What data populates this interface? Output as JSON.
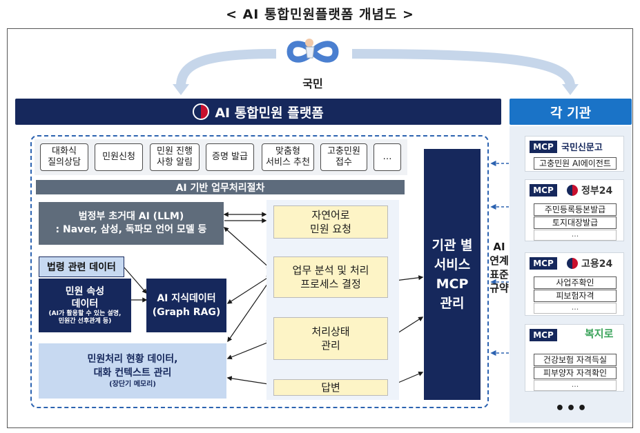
{
  "title": "< AI 통합민원플랫폼 개념도 >",
  "citizen": {
    "label": "국민",
    "icon": "infinity-person-icon"
  },
  "platform": {
    "title": "AI 통합민원 플랫폼",
    "emblem": "korea-government-emblem"
  },
  "agencies": {
    "title": "각 기관"
  },
  "chips": [
    "대화식\n질의상담",
    "민원신청",
    "민원 진행\n사항 알림",
    "증명 발급",
    "맞춤형\n서비스 추천",
    "고충민원\n접수",
    "…"
  ],
  "process_bar": "AI 기반 업무처리절차",
  "llm": {
    "line1": "범정부 초거대 AI (LLM)",
    "line2": ": Naver, 삼성, 독파모 언어 모델 등"
  },
  "law_data": "법령 관련 데이터",
  "attr_data": {
    "line1": "민원 속성",
    "line2": "데이터",
    "note": "(AI가 활용할 수 있는 설명,\n민원간 선후관계 등)"
  },
  "knowledge": {
    "line1": "AI 지식데이터",
    "line2": "(Graph RAG)"
  },
  "memory": {
    "line1": "민원처리 현황 데이터,",
    "line2": "대화 컨텍스트 관리",
    "note": "(장단기 메모리)"
  },
  "steps": [
    "자연어로\n민원 요청",
    "업무 분석 및 처리\n프로세스 결정",
    "처리상태\n관리",
    "답변"
  ],
  "mcp_center": "기관 별\n서비스\nMCP\n관리",
  "standard": "AI\n연계\n표준\n규약",
  "agency_cards": [
    {
      "mcp": "MCP",
      "logo": "국민신문고",
      "services": [
        "고충민원 AI에이전트"
      ],
      "more": ""
    },
    {
      "mcp": "MCP",
      "logo": "정부24",
      "services": [
        "주민등록등본발급",
        "토지대장발급"
      ],
      "more": "..."
    },
    {
      "mcp": "MCP",
      "logo": "고용24",
      "services": [
        "사업주확인",
        "피보험자격"
      ],
      "more": "..."
    },
    {
      "mcp": "MCP",
      "logo": "복지로",
      "services": [
        "건강보험 자격득실",
        "피부양자 자격확인"
      ],
      "more": "..."
    }
  ],
  "agency_more": "•••",
  "colors": {
    "navy": "#16285c",
    "blue": "#1a73c7",
    "gray": "#5f6c7b",
    "light_blue": "#c7d9f1",
    "yellow": "#fdf4c6",
    "dashed": "#2b62b0"
  }
}
